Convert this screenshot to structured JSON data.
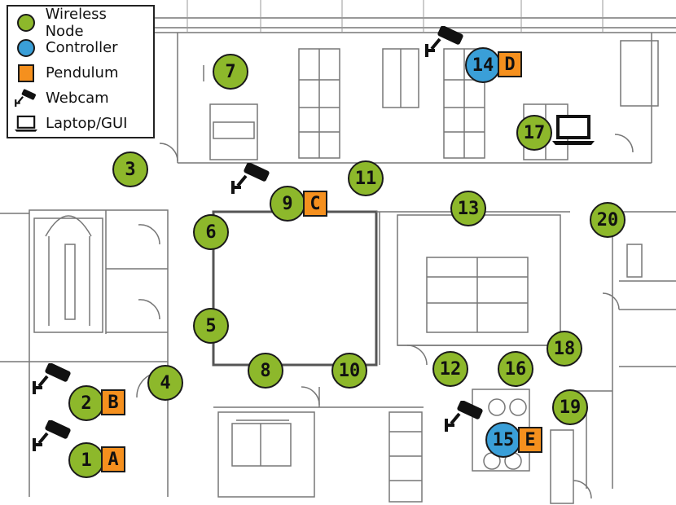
{
  "legend": {
    "items": [
      {
        "label": "Wireless Node",
        "icon": "wireless-node-icon",
        "color": "#8db82b"
      },
      {
        "label": "Controller",
        "icon": "controller-icon",
        "color": "#3a9fd8"
      },
      {
        "label": "Pendulum",
        "icon": "pendulum-icon",
        "color": "#f5901e"
      },
      {
        "label": "Webcam",
        "icon": "webcam-icon"
      },
      {
        "label": "Laptop/GUI",
        "icon": "laptop-icon"
      }
    ]
  },
  "wireless_nodes": [
    "1",
    "2",
    "3",
    "4",
    "5",
    "6",
    "7",
    "8",
    "9",
    "10",
    "11",
    "12",
    "13",
    "16",
    "17",
    "18",
    "19",
    "20"
  ],
  "controllers": [
    "14",
    "15"
  ],
  "pendulums": [
    "A",
    "B",
    "C",
    "D",
    "E"
  ]
}
